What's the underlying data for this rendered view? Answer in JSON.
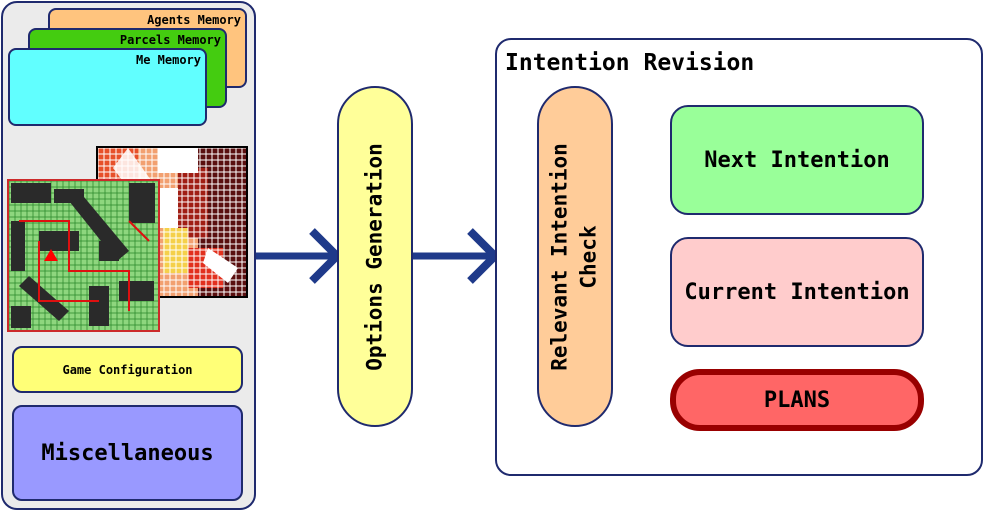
{
  "memories": {
    "agents": "Agents Memory",
    "parcels": "Parcels Memory",
    "me": "Me Memory"
  },
  "game_configuration": "Game Configuration",
  "miscellaneous": "Miscellaneous",
  "options_generation": "Options Generation",
  "intention_revision": {
    "title": "Intention Revision",
    "relevant_check": "Relevant Intention\nCheck",
    "next_intention": "Next Intention",
    "current_intention": "Current Intention",
    "plans": "PLANS"
  },
  "colors": {
    "border": "#1f2a6e",
    "arrow": "#1f3a8a",
    "agents_memory": "#ffc47e",
    "parcels_memory": "#44cc10",
    "me_memory": "#61ffff",
    "game_configuration": "#ffff77",
    "miscellaneous": "#9999ff",
    "options_generation": "#ffff99",
    "relevant_check": "#ffcc99",
    "next_intention": "#99ff99",
    "current_intention": "#ffcccc",
    "plans": "#ff6666"
  }
}
